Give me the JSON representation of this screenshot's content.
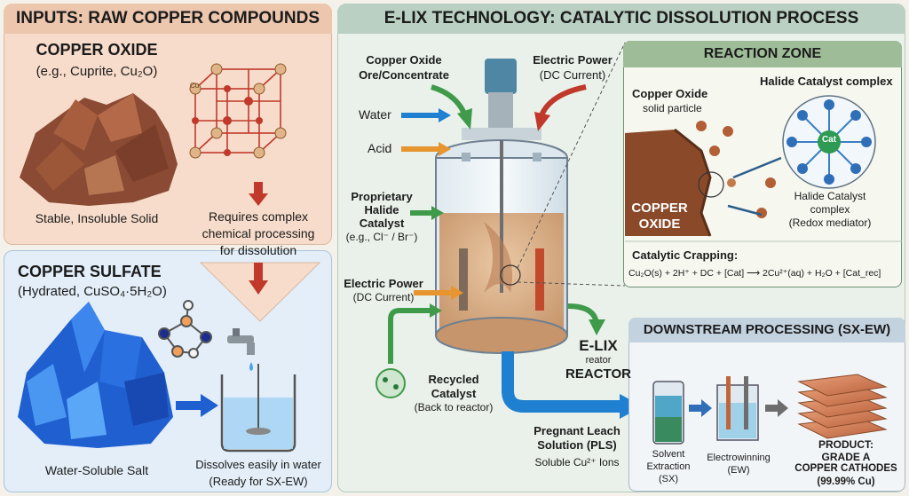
{
  "inputs": {
    "header": "INPUTS: RAW COPPER COMPOUNDS",
    "oxide": {
      "title": "COPPER OXIDE",
      "subtitle": "(e.g., Cuprite, Cu₂O)",
      "caption": "Stable, Insoluble Solid",
      "note": [
        "Requires complex",
        "chemical processing",
        "for dissolution"
      ],
      "lattice_label": "Cu"
    },
    "sulfate": {
      "title": "COPPER SULFATE",
      "subtitle": "(Hydrated, CuSO₄·5H₂O)",
      "caption": "Water-Soluble Salt",
      "note": [
        "Dissolves easily in water",
        "(Ready for SX-EW)"
      ]
    }
  },
  "elix": {
    "header": "E-LIX TECHNOLOGY: CATALYTIC DISSOLUTION PROCESS",
    "feed_ore": [
      "Copper Oxide",
      "Ore/Concentrate"
    ],
    "power_top": [
      "Electric Power",
      "(DC Current)"
    ],
    "water": "Water",
    "acid": "Acid",
    "catalyst": [
      "Proprietary",
      "Halide",
      "Catalyst",
      "(e.g., Cl⁻ / Br⁻)"
    ],
    "power_side": [
      "Electric Power",
      "(DC Current)"
    ],
    "recycled": [
      "Recycled",
      "Catalyst",
      "(Back to reactor)"
    ],
    "reactor": [
      "E-LIX",
      "reator",
      "REACTOR"
    ],
    "pls": [
      "Pregnant Leach",
      "Solution (PLS)",
      "Soluble Cu²⁺ Ions"
    ]
  },
  "reaction": {
    "header": "REACTION ZONE",
    "particle": [
      "Copper Oxide",
      "solid particle"
    ],
    "complex_title": "Halide Catalyst complex",
    "cat": "Cat",
    "copper_block": [
      "COPPER",
      "OXIDE"
    ],
    "complex_label": [
      "Halide Catalyst",
      "complex",
      "(Redox mediator)"
    ],
    "crapping_title": "Catalytic Crapping:",
    "equation": "Cu₂O(s) + 2H⁺ + DC + [Cat] ⟶ 2Cu²⁺(aq) + H₂O + [Cat_rec]"
  },
  "downstream": {
    "header": "DOWNSTREAM PROCESSING (SX-EW)",
    "sx": [
      "Solvent",
      "Extraction",
      "(SX)"
    ],
    "ew": [
      "Electrowinning",
      "(EW)"
    ],
    "product": [
      "PRODUCT:",
      "GRADE A",
      "COPPER CATHODES",
      "(99.99% Cu)"
    ]
  },
  "colors": {
    "green_arrow": "#3f9a4a",
    "red_arrow": "#c0392b",
    "blue_arrow": "#1f7fd1",
    "orange_arrow": "#e6952f",
    "cathode": "#d9825a"
  }
}
